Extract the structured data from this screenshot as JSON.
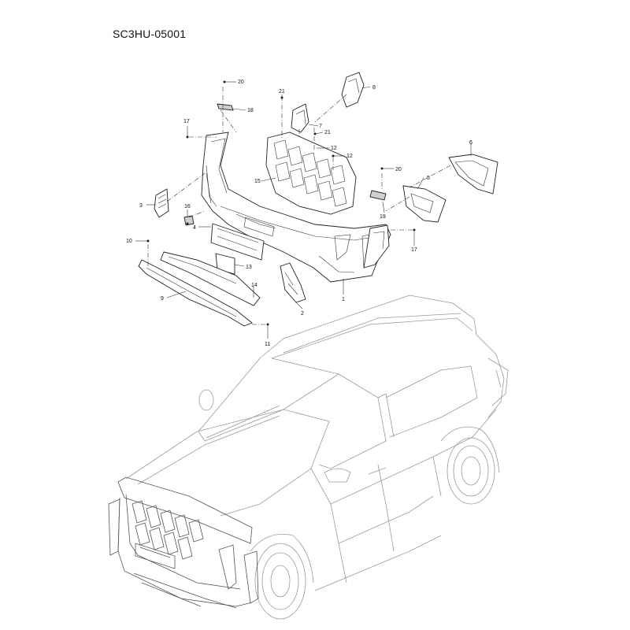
{
  "diagram_code": "SC3HU-05001",
  "callouts": [
    {
      "id": "c1",
      "label": "1"
    },
    {
      "id": "c2",
      "label": "2"
    },
    {
      "id": "c3",
      "label": "3"
    },
    {
      "id": "c4",
      "label": "4"
    },
    {
      "id": "c5",
      "label": "5"
    },
    {
      "id": "c6",
      "label": "6"
    },
    {
      "id": "c7",
      "label": "7"
    },
    {
      "id": "c8",
      "label": "8"
    },
    {
      "id": "c9",
      "label": "9"
    },
    {
      "id": "c10",
      "label": "10"
    },
    {
      "id": "c11",
      "label": "11"
    },
    {
      "id": "c12a",
      "label": "12"
    },
    {
      "id": "c12b",
      "label": "12"
    },
    {
      "id": "c13",
      "label": "13"
    },
    {
      "id": "c14",
      "label": "14"
    },
    {
      "id": "c15",
      "label": "15"
    },
    {
      "id": "c16",
      "label": "16"
    },
    {
      "id": "c17a",
      "label": "17"
    },
    {
      "id": "c17b",
      "label": "17"
    },
    {
      "id": "c18",
      "label": "18"
    },
    {
      "id": "c19",
      "label": "19"
    },
    {
      "id": "c20a",
      "label": "20"
    },
    {
      "id": "c20b",
      "label": "20"
    },
    {
      "id": "c21a",
      "label": "21"
    },
    {
      "id": "c21b",
      "label": "21"
    }
  ]
}
